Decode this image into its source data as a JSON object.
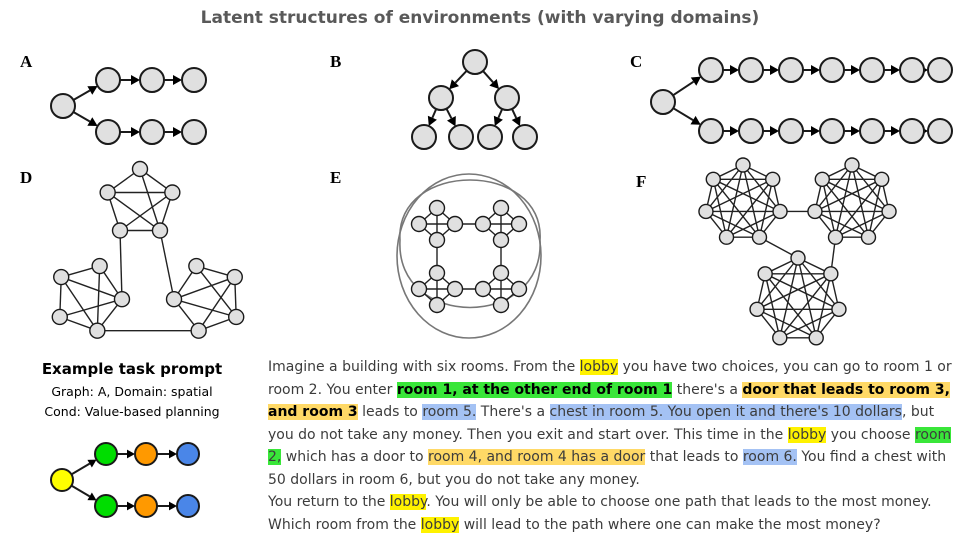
{
  "title": "Latent structures of environments (with varying domains)",
  "panels": [
    "A",
    "B",
    "C",
    "D",
    "E",
    "F"
  ],
  "example": {
    "heading": "Example task prompt",
    "lines": [
      "Graph: A, Domain: spatial",
      "Cond: Value-based planning"
    ],
    "node_colors": {
      "start": "#ffff00",
      "step1": "#00dd00",
      "step2": "#ff9900",
      "step3": "#4a86e8"
    }
  },
  "highlight_colors": {
    "yellow": "#fff200",
    "green": "#39e639",
    "orange": "#ffd966",
    "blue": "#a4c2f4"
  },
  "prompt_segments": [
    {
      "text": "Imagine a building with six rooms. From the ",
      "hl": ""
    },
    {
      "text": "lobby",
      "hl": "yellow"
    },
    {
      "text": " you have two choices, you can go to room 1 or room 2. You enter ",
      "hl": ""
    },
    {
      "text": "room 1, at the other end of room 1",
      "hl": "green-b"
    },
    {
      "text": " there's a ",
      "hl": ""
    },
    {
      "text": "door that leads to room 3, and room 3",
      "hl": "orange-b"
    },
    {
      "text": " leads to ",
      "hl": ""
    },
    {
      "text": "room 5.",
      "hl": "blue"
    },
    {
      "text": " There's a ",
      "hl": ""
    },
    {
      "text": "chest in room 5. You open it and there's 10 dollars",
      "hl": "blue"
    },
    {
      "text": ", but you do not take any money. Then you exit and start over. This time in the ",
      "hl": ""
    },
    {
      "text": "lobby",
      "hl": "yellow"
    },
    {
      "text": " you choose ",
      "hl": ""
    },
    {
      "text": "room 2,",
      "hl": "green"
    },
    {
      "text": " which has a door to ",
      "hl": ""
    },
    {
      "text": "room 4, and room 4 has a door",
      "hl": "orange"
    },
    {
      "text": " that leads to ",
      "hl": ""
    },
    {
      "text": "room 6.",
      "hl": "blue"
    },
    {
      "text": " You find a chest with 50 dollars in room 6, but you do not take any money.",
      "hl": ""
    },
    {
      "text": "\n",
      "hl": "br"
    },
    {
      "text": "You return to the ",
      "hl": ""
    },
    {
      "text": "lobby",
      "hl": "yellow"
    },
    {
      "text": ". You will only be able to choose one path that leads to the most money. Which room from the ",
      "hl": ""
    },
    {
      "text": "lobby",
      "hl": "yellow"
    },
    {
      "text": " will lead to the path where one can make the most money?",
      "hl": ""
    }
  ]
}
